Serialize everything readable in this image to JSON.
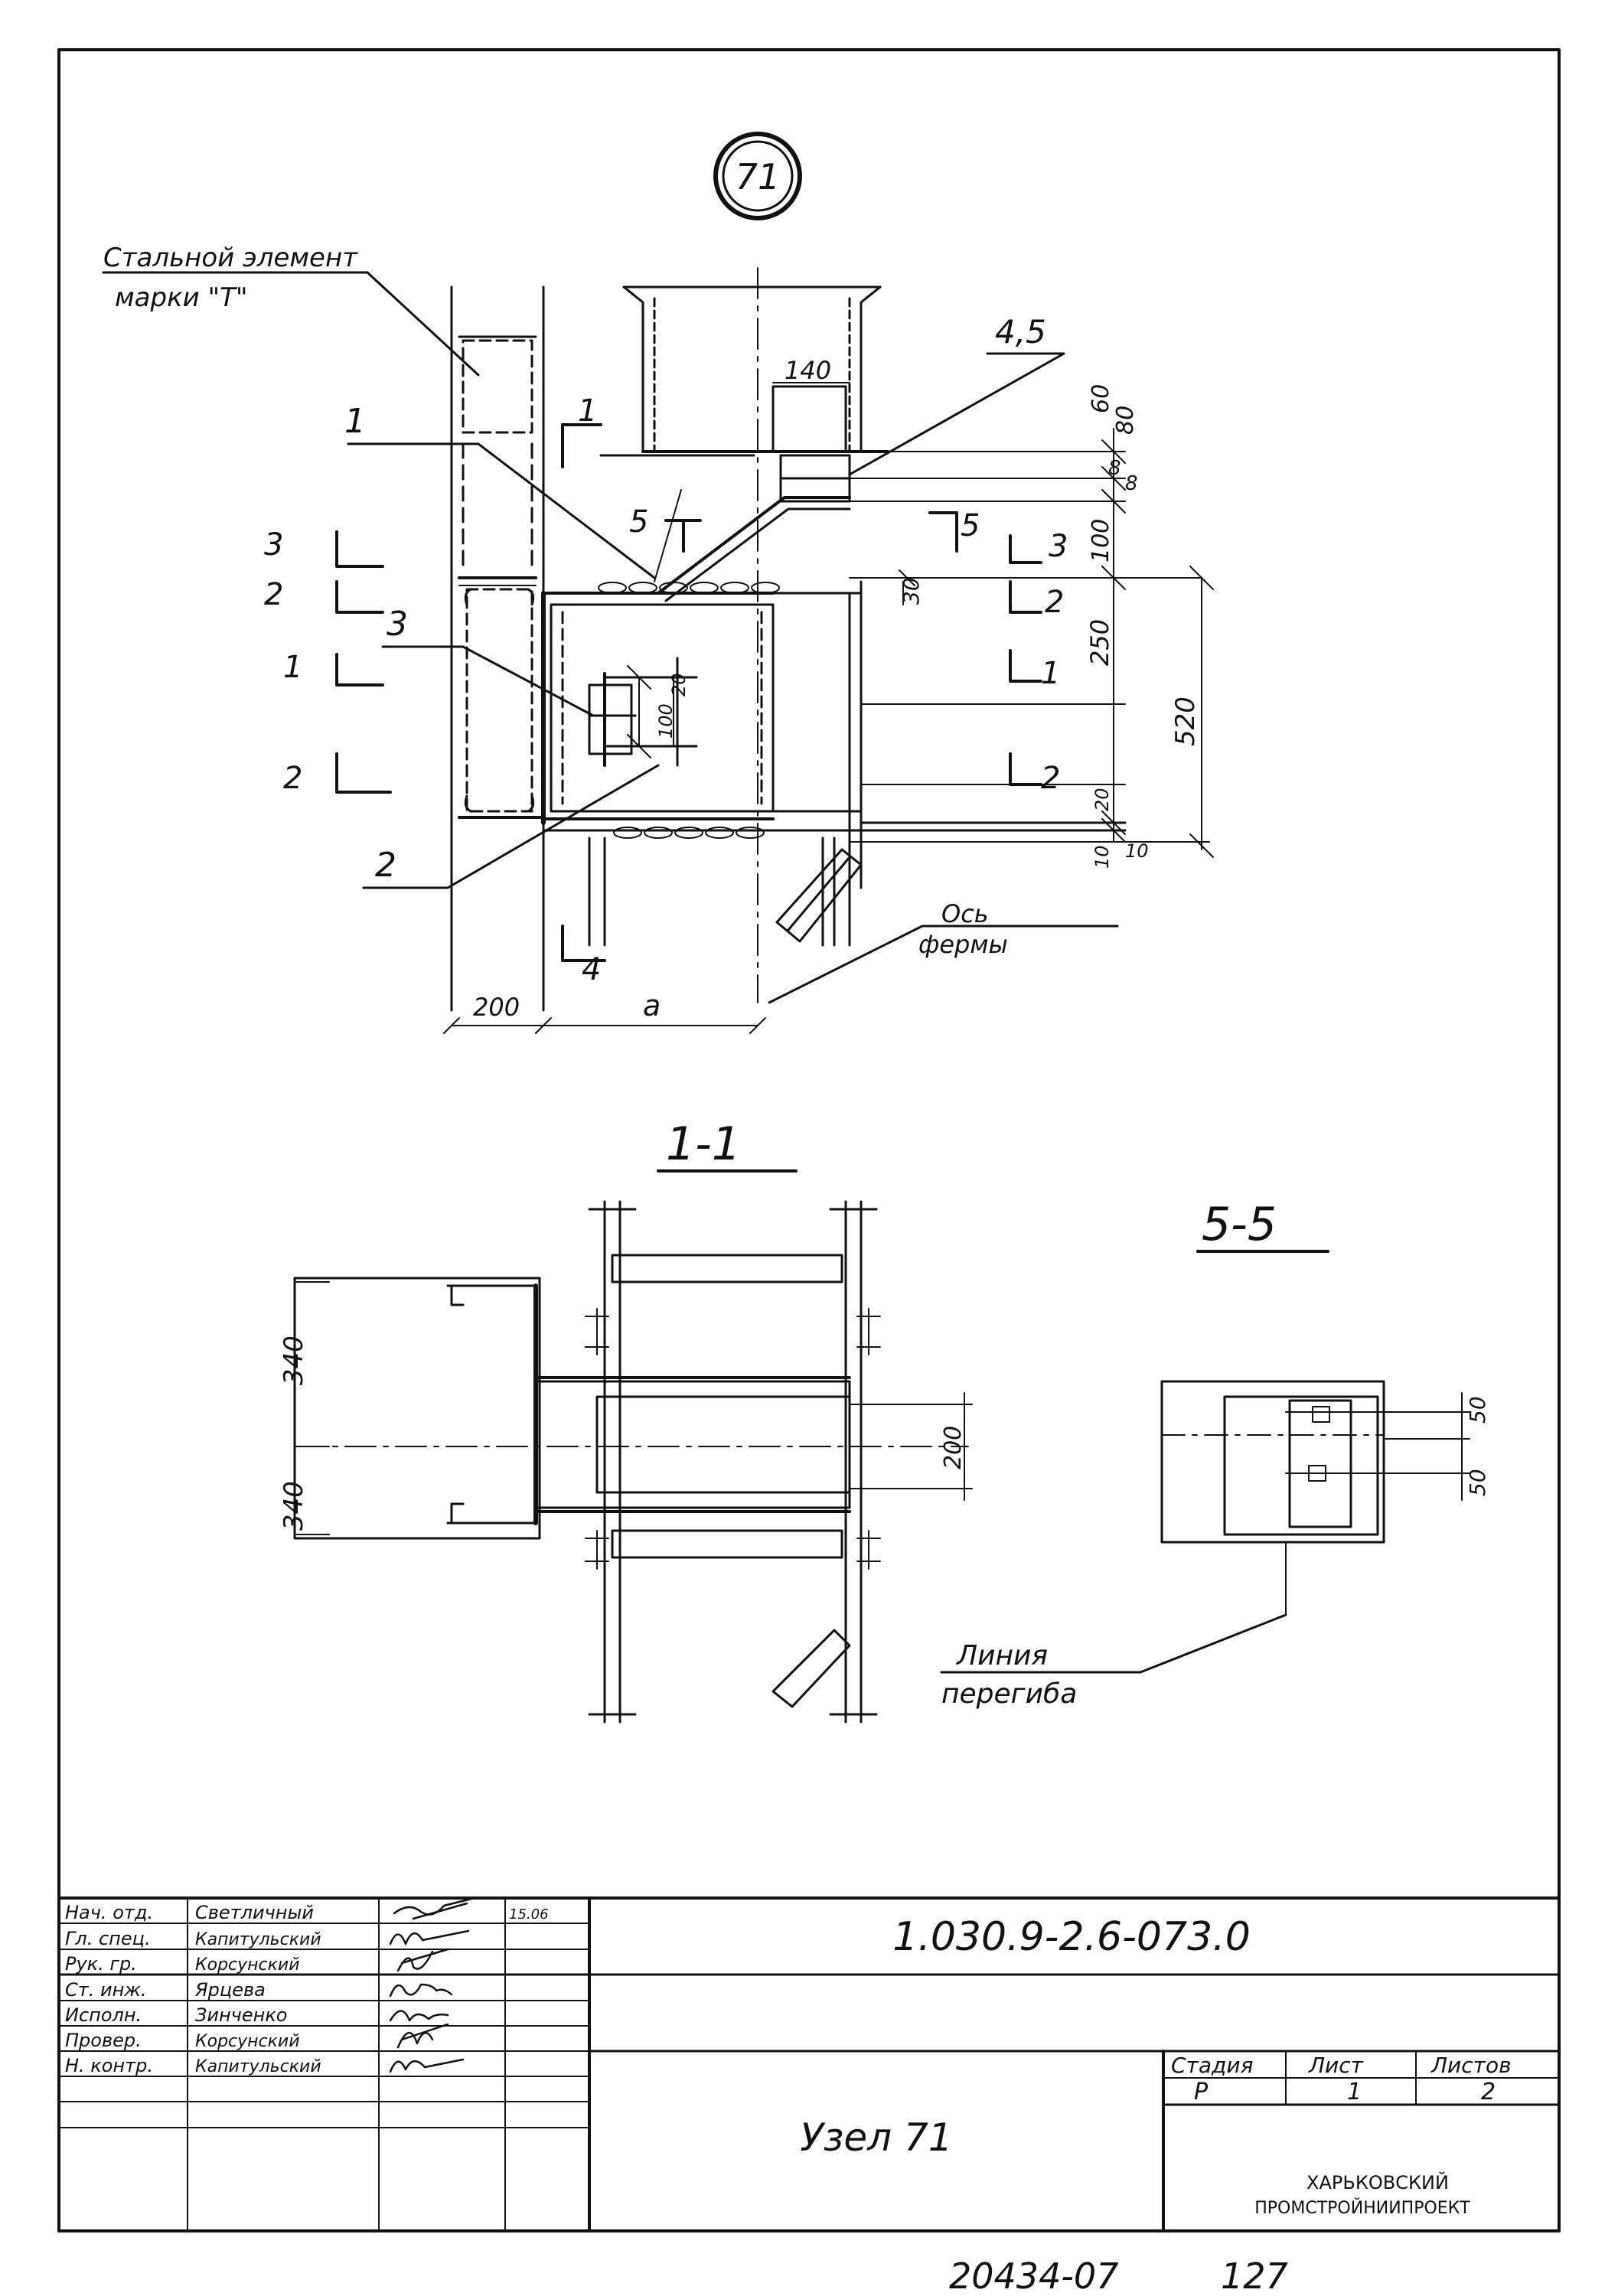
{
  "node_badge": "71",
  "plan_view": {
    "steel_element_note": [
      "Стальной элемент",
      "марки \"Т\""
    ],
    "axis_note": [
      "Ось",
      "фермы"
    ],
    "callouts": [
      "1",
      "2",
      "3",
      "4,5"
    ],
    "section_marks_left": [
      {
        "num": "3"
      },
      {
        "num": "2"
      },
      {
        "num": "1"
      },
      {
        "num": "2"
      }
    ],
    "section_marks_right": [
      "5",
      "3",
      "2",
      "1",
      "2"
    ],
    "section_mark_top": "1",
    "section_mark_mid": "5",
    "section_mark_bottom": "4",
    "dims": {
      "d140": "140",
      "d60": "60",
      "d80": "80",
      "d8a": "8",
      "d8b": "8",
      "d100": "100",
      "d30": "30",
      "d250": "250",
      "d520": "520",
      "d20": "20",
      "d10a": "10",
      "d10b": "10",
      "d100i": "100",
      "d20i": "20",
      "d200": "200",
      "da": "a"
    }
  },
  "section_1_1": {
    "title": "1-1",
    "dims": {
      "d340a": "340",
      "d340b": "340",
      "d200": "200"
    }
  },
  "section_5_5": {
    "title": "5-5",
    "dims": {
      "d50a": "50",
      "d50b": "50"
    },
    "bend_note": [
      "Линия",
      "перегиба"
    ]
  },
  "title_block": {
    "roles": [
      {
        "role": "Нач. отд.",
        "name": "Светличный",
        "date": "15.06"
      },
      {
        "role": "Гл. спец.",
        "name": "Капитульский",
        "date": ""
      },
      {
        "role": "Рук. гр.",
        "name": "Корсунский",
        "date": ""
      },
      {
        "role": "Ст. инж.",
        "name": "Ярцева",
        "date": ""
      },
      {
        "role": "Исполн.",
        "name": "Зинченко",
        "date": ""
      },
      {
        "role": "Провер.",
        "name": "Корсунский",
        "date": ""
      },
      {
        "role": "Н. контр.",
        "name": "Капитульский",
        "date": ""
      }
    ],
    "doc_code": "1.030.9-2.6-073.0",
    "drawing_name": "Узел 71",
    "stage_header": "Стадия",
    "sheet_header": "Лист",
    "sheets_header": "Листов",
    "stage": "Р",
    "sheet": "1",
    "sheets": "2",
    "org": [
      "ХАРЬКОВСКИЙ",
      "ПРОМСТРОЙНИИПРОЕКТ"
    ]
  },
  "footer": {
    "inventory": "20434-07",
    "page": "127"
  }
}
